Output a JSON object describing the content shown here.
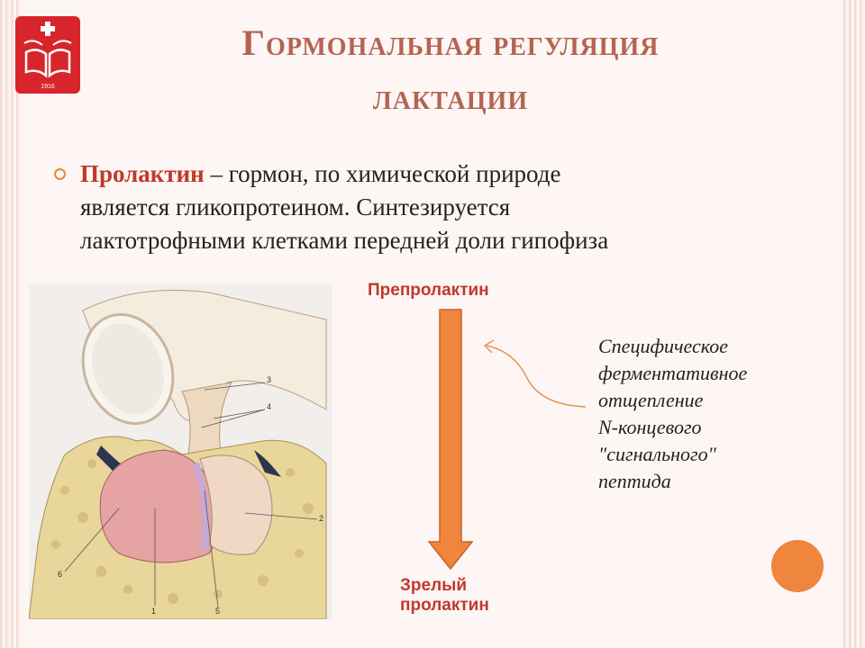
{
  "logo": {
    "year": "1916"
  },
  "title": {
    "line1": "Гормональная регуляция",
    "line2": "лактации"
  },
  "paragraph": {
    "term": "Пролактин",
    "lines": [
      " – гормон, по химической природе",
      "является гликопротеином. Синтезируется",
      "лактотрофными клетками передней доли гипофиза"
    ]
  },
  "figure": {
    "labels": [
      "3",
      "4",
      "2",
      "6",
      "1",
      "5"
    ]
  },
  "diagram": {
    "top_label": "Препролактин",
    "bottom_label_lines": [
      "Зрелый",
      "пролактин"
    ],
    "note_lines": [
      "Специфическое",
      "ферментативное",
      "отщепление",
      "N-концевого",
      "\"сигнального\"",
      "пептида"
    ],
    "arrow_color": "#f0853d",
    "accent_color": "#c0392b"
  }
}
